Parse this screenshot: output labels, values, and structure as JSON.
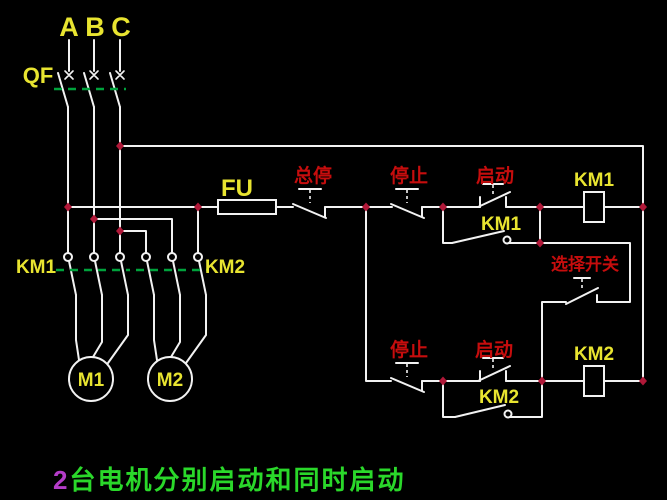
{
  "colors": {
    "background": "#000000",
    "wire": "#f2f2f2",
    "yellow_label": "#e8e430",
    "red_label": "#c60d0d",
    "junction_dot": "#b01838",
    "linkage_green": "#00a23c",
    "caption_green": "#2ad82a",
    "caption_magenta": "#b43cc8"
  },
  "power": {
    "phase_labels": [
      "A",
      "B",
      "C"
    ],
    "breaker": {
      "label": "QF"
    },
    "fuse": {
      "label": "FU"
    },
    "contactor1": {
      "label": "KM1"
    },
    "contactor2": {
      "label": "KM2"
    },
    "motor1": {
      "label": "M1"
    },
    "motor2": {
      "label": "M2"
    }
  },
  "control": {
    "master_stop": {
      "label": "总停"
    },
    "branch1": {
      "stop": {
        "label": "停止"
      },
      "start": {
        "label": "启动"
      },
      "coil": {
        "label": "KM1"
      },
      "aux": {
        "label": "KM1"
      }
    },
    "selector": {
      "label": "选择开关"
    },
    "branch2": {
      "stop": {
        "label": "停止"
      },
      "start": {
        "label": "启动"
      },
      "coil": {
        "label": "KM2"
      },
      "aux": {
        "label": "KM2"
      }
    }
  },
  "caption": {
    "prefix": "2",
    "text": "台电机分别启动和同时启动"
  }
}
